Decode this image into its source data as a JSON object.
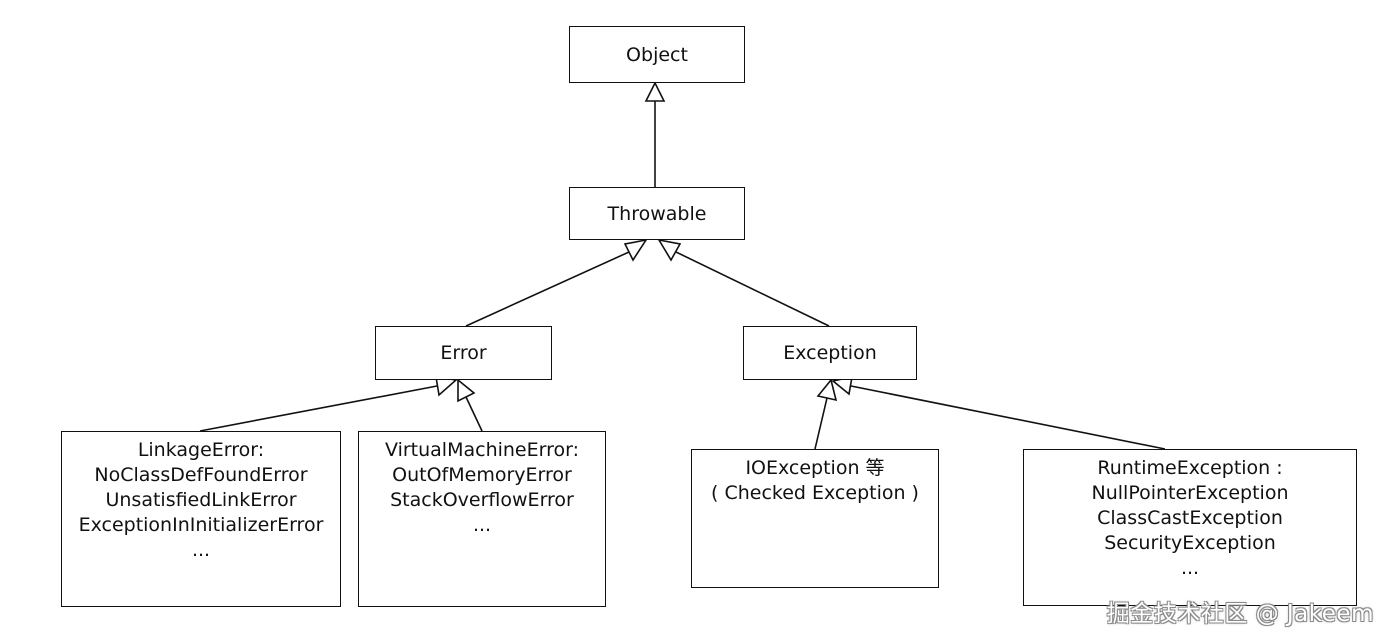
{
  "diagram": {
    "nodes": {
      "object": {
        "label": "Object"
      },
      "throwable": {
        "label": "Throwable"
      },
      "error": {
        "label": "Error"
      },
      "exception": {
        "label": "Exception"
      },
      "linkage_error": {
        "lines": [
          "LinkageError:",
          "NoClassDefFoundError",
          "UnsatisfiedLinkError",
          "ExceptionInInitializerError",
          "..."
        ]
      },
      "virtual_machine_error": {
        "lines": [
          "VirtualMachineError:",
          "OutOfMemoryError",
          "StackOverflowError",
          "..."
        ]
      },
      "io_exception": {
        "lines": [
          "IOException 等",
          "( Checked Exception )"
        ]
      },
      "runtime_exception": {
        "lines": [
          "RuntimeException :",
          "NullPointerException",
          "ClassCastException",
          "SecurityException",
          "..."
        ]
      }
    },
    "edges": [
      {
        "from": "throwable",
        "to": "object"
      },
      {
        "from": "error",
        "to": "throwable"
      },
      {
        "from": "exception",
        "to": "throwable"
      },
      {
        "from": "linkage_error",
        "to": "error"
      },
      {
        "from": "virtual_machine_error",
        "to": "error"
      },
      {
        "from": "io_exception",
        "to": "exception"
      },
      {
        "from": "runtime_exception",
        "to": "exception"
      }
    ]
  },
  "watermark": {
    "text": "掘金技术社区 @ Jakeem"
  },
  "colors": {
    "stroke": "#111111",
    "background": "#ffffff"
  }
}
